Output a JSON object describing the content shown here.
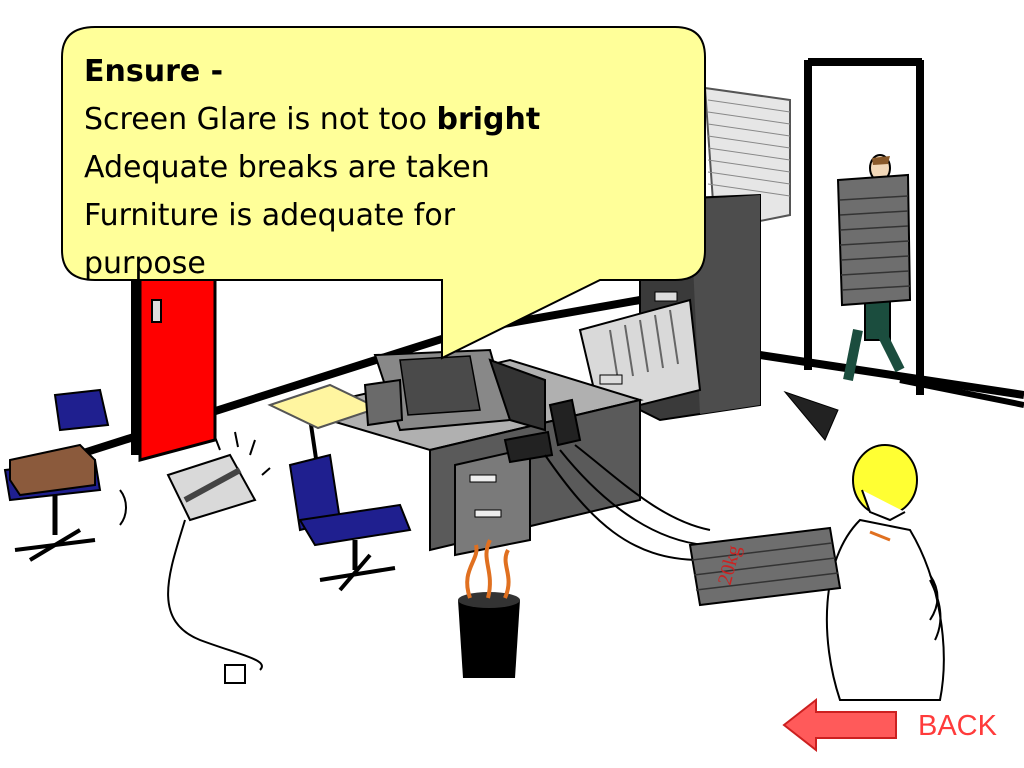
{
  "callout": {
    "heading": "Ensure -",
    "line1_prefix": "Screen Glare is not too ",
    "line1_emphasis": "bright",
    "line2": "Adequate breaks are taken",
    "line3": "Furniture is adequate for",
    "line4": "purpose"
  },
  "box_label": "20kg",
  "nav": {
    "back_label": "BACK",
    "back_icon": "left-arrow-icon"
  },
  "colors": {
    "callout_fill": "#ffff99",
    "back_red": "#ff3b3b",
    "door_red": "#ff0000",
    "hair_yellow": "#ffff33",
    "chair_blue": "#1f1f8f"
  }
}
